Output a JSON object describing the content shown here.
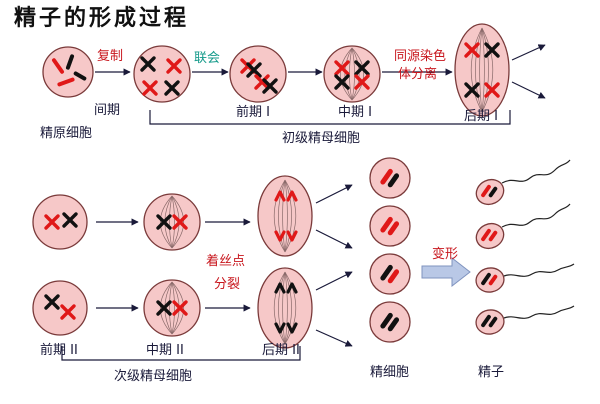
{
  "title": "精子的形成过程",
  "row1": {
    "label_copy": "复制",
    "label_synapsis": "联会",
    "label_homolog_line1": "同源染色",
    "label_homolog_line2": "体分离",
    "label_interphase": "间期",
    "label_spermatogonium": "精原细胞",
    "label_prophase1": "前期 I",
    "label_metaphase1": "中期 I",
    "label_anaphase1": "后期 I",
    "bracket_label": "初级精母细胞"
  },
  "row2": {
    "label_centromere": "着丝点",
    "label_split": "分裂",
    "label_prophase2": "前期 II",
    "label_metaphase2": "中期 II",
    "label_anaphase2": "后期 II",
    "bracket_label": "次级精母细胞",
    "label_spermatid": "精细胞",
    "label_transform": "变形",
    "label_sperm": "精子"
  },
  "colors": {
    "cell_fill": "#f6c8c8",
    "cell_stroke": "#7a3a3a",
    "chromosome_red": "#e01818",
    "chromosome_black": "#111111",
    "label_red": "#c8161d",
    "label_teal": "#149a8a",
    "label_dark": "#1a1a3a",
    "arrow_fill": "#b9c8e6"
  }
}
